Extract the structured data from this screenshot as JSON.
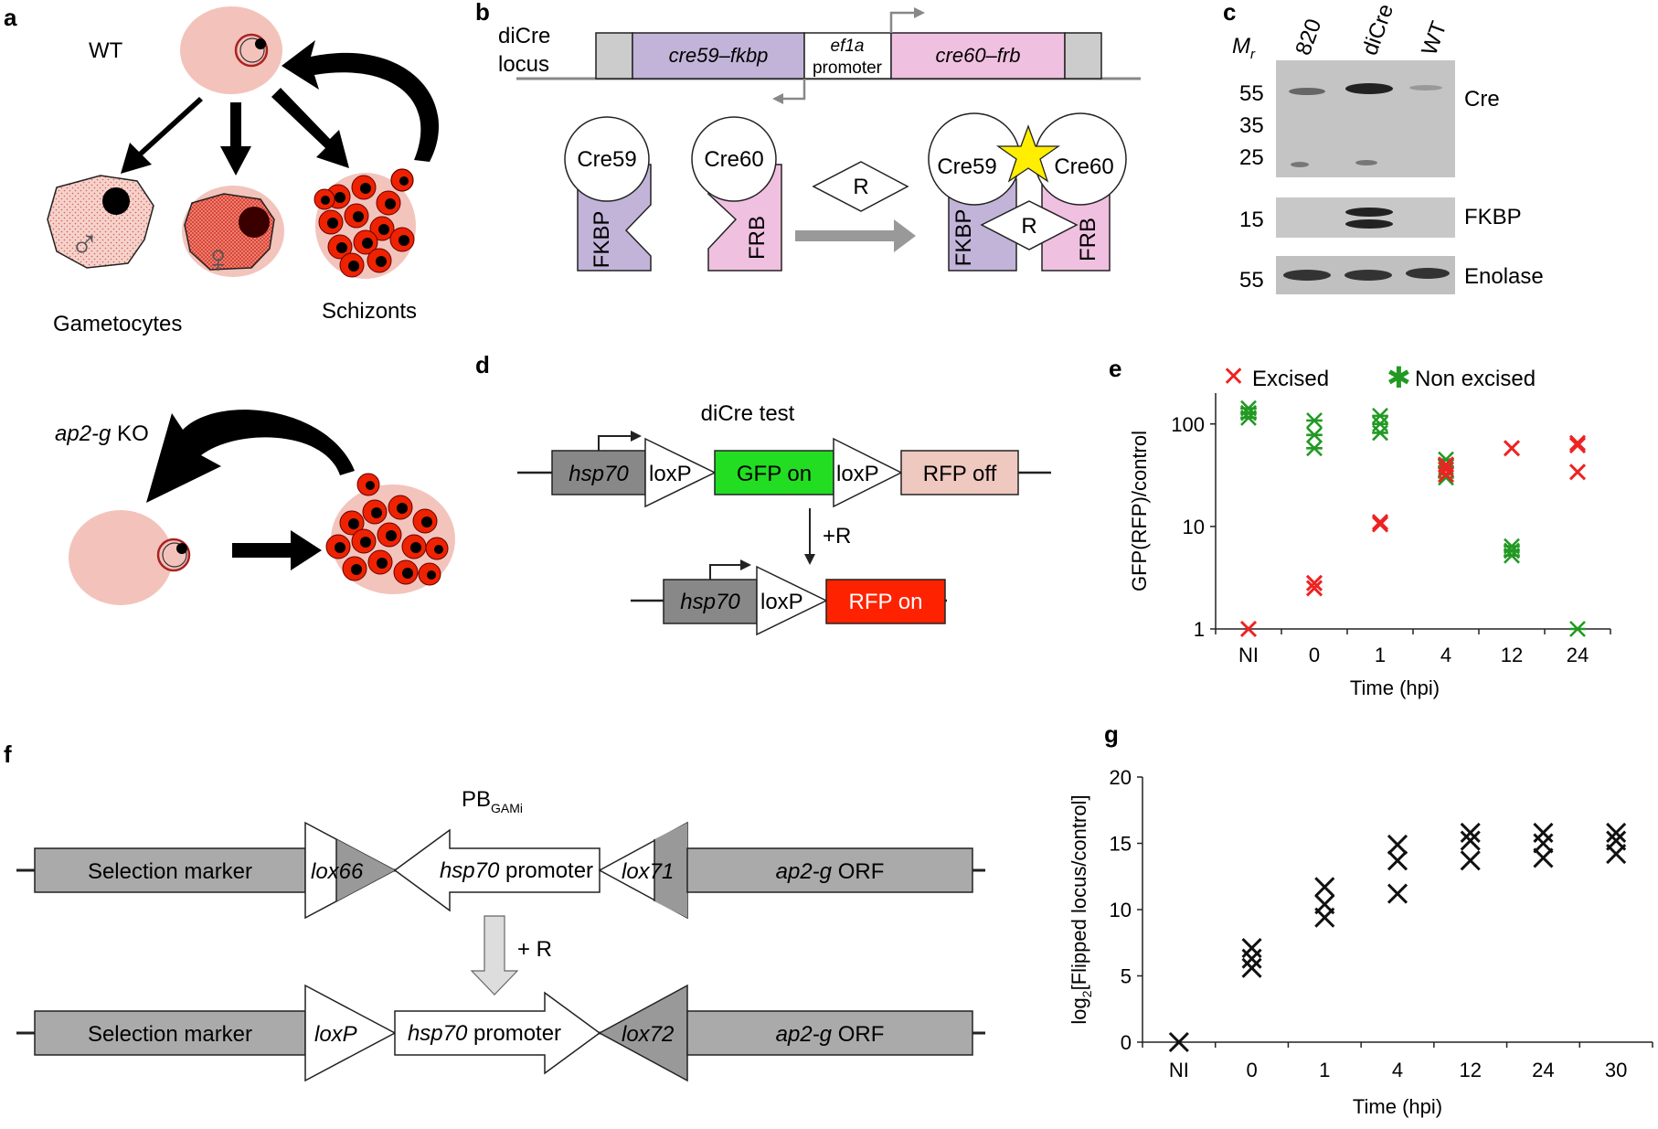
{
  "panels": {
    "a": {
      "label": "a",
      "wt": "WT",
      "gametocytes": "Gametocytes",
      "schizonts": "Schizonts",
      "ko_gene": "ap2-g",
      "ko_suffix": " KO",
      "male_symbol": "♂",
      "female_symbol": "♀"
    },
    "b": {
      "label": "b",
      "locus_line1": "diCre",
      "locus_line2": "locus",
      "seg_cre59": "cre59–fkbp",
      "seg_promoter_1": "ef1a",
      "seg_promoter_2": "promoter",
      "seg_cre60": "cre60–frb",
      "cre59": "Cre59",
      "cre60": "Cre60",
      "fkbp": "FKBP",
      "frb": "FRB",
      "rapalog": "R"
    },
    "c": {
      "label": "c",
      "mr": "M",
      "mr_sub": "r",
      "lanes": [
        "820",
        "diCre",
        "WT"
      ],
      "markers_top": [
        "55",
        "35",
        "25"
      ],
      "marker_mid": "15",
      "marker_bot": "55",
      "band_labels": [
        "Cre",
        "FKBP",
        "Enolase"
      ]
    },
    "d": {
      "label": "d",
      "title": "diCre test",
      "hsp70": "hsp70",
      "loxp": "loxP",
      "gfp_on": "GFP on",
      "rfp_off": "RFP off",
      "plus_r": "+R",
      "rfp_on": "RFP on"
    },
    "f": {
      "label": "f",
      "pb": "PB",
      "pb_sub": "GAMi",
      "selection_marker": "Selection marker",
      "lox66": "lox66",
      "hsp70_it": "hsp70",
      "promoter_word": " promoter",
      "lox71": "lox71",
      "ap2g_it": "ap2-g",
      "orf_word": " ORF",
      "plus_r": "+ R",
      "loxp": "loxP",
      "lox72": "lox72"
    }
  },
  "colors": {
    "rbc": "#f2c4bc",
    "parasite_red": "#ee2200",
    "lavender": "#c2b4d8",
    "pink": "#f0c0e0",
    "gfp": "#22dd22",
    "rfp_off": "#efc8c0",
    "rfp_on": "#ff2200",
    "grey_box": "#999999",
    "star": "#ffee00",
    "excised": "#ee2222",
    "non_excised": "#229922"
  },
  "chart_data": [
    {
      "panel": "e",
      "type": "scatter",
      "ylabel": "GFP(RFP)/control",
      "xlabel": "Time (hpi)",
      "yscale": "log",
      "ylim": [
        1,
        200
      ],
      "categories": [
        "NI",
        "0",
        "1",
        "4",
        "12",
        "24"
      ],
      "yticks": [
        "1",
        "10",
        "100"
      ],
      "legend_position": "top",
      "series": [
        {
          "name": "Excised",
          "marker": "x",
          "color": "#ee2222",
          "points": [
            [
              0,
              1
            ],
            [
              1,
              2.5
            ],
            [
              1,
              2.8
            ],
            [
              2,
              10.5
            ],
            [
              2,
              11
            ],
            [
              3,
              32
            ],
            [
              3,
              36
            ],
            [
              3,
              40
            ],
            [
              4,
              58
            ],
            [
              5,
              62
            ],
            [
              5,
              65
            ],
            [
              5,
              34
            ]
          ]
        },
        {
          "name": "Non excised",
          "marker": "asterisk",
          "color": "#229922",
          "points": [
            [
              0,
              115
            ],
            [
              0,
              128
            ],
            [
              0,
              142
            ],
            [
              1,
              58
            ],
            [
              1,
              78
            ],
            [
              1,
              108
            ],
            [
              2,
              82
            ],
            [
              2,
              100
            ],
            [
              2,
              120
            ],
            [
              3,
              30
            ],
            [
              3,
              38
            ],
            [
              3,
              45
            ],
            [
              4,
              5.2
            ],
            [
              4,
              5.8
            ],
            [
              4,
              6.4
            ],
            [
              5,
              1
            ]
          ]
        }
      ]
    },
    {
      "panel": "g",
      "type": "scatter",
      "ylabel": "log2[Flipped locus/control]",
      "xlabel": "Time (hpi)",
      "ylim": [
        0,
        20
      ],
      "yticks": [
        "0",
        "5",
        "10",
        "15",
        "20"
      ],
      "categories": [
        "NI",
        "0",
        "1",
        "4",
        "12",
        "24",
        "30"
      ],
      "series": [
        {
          "marker": "x",
          "color": "#111111",
          "points": [
            [
              0,
              0
            ],
            [
              1,
              5.6
            ],
            [
              1,
              6.3
            ],
            [
              1,
              7.1
            ],
            [
              2,
              9.4
            ],
            [
              2,
              10.4
            ],
            [
              2,
              11.7
            ],
            [
              3,
              11.2
            ],
            [
              3,
              13.7
            ],
            [
              3,
              14.9
            ],
            [
              4,
              13.7
            ],
            [
              4,
              15.2
            ],
            [
              4,
              15.8
            ],
            [
              5,
              13.9
            ],
            [
              5,
              15
            ],
            [
              5,
              15.8
            ],
            [
              6,
              14.2
            ],
            [
              6,
              15.2
            ],
            [
              6,
              15.8
            ]
          ]
        }
      ]
    }
  ]
}
